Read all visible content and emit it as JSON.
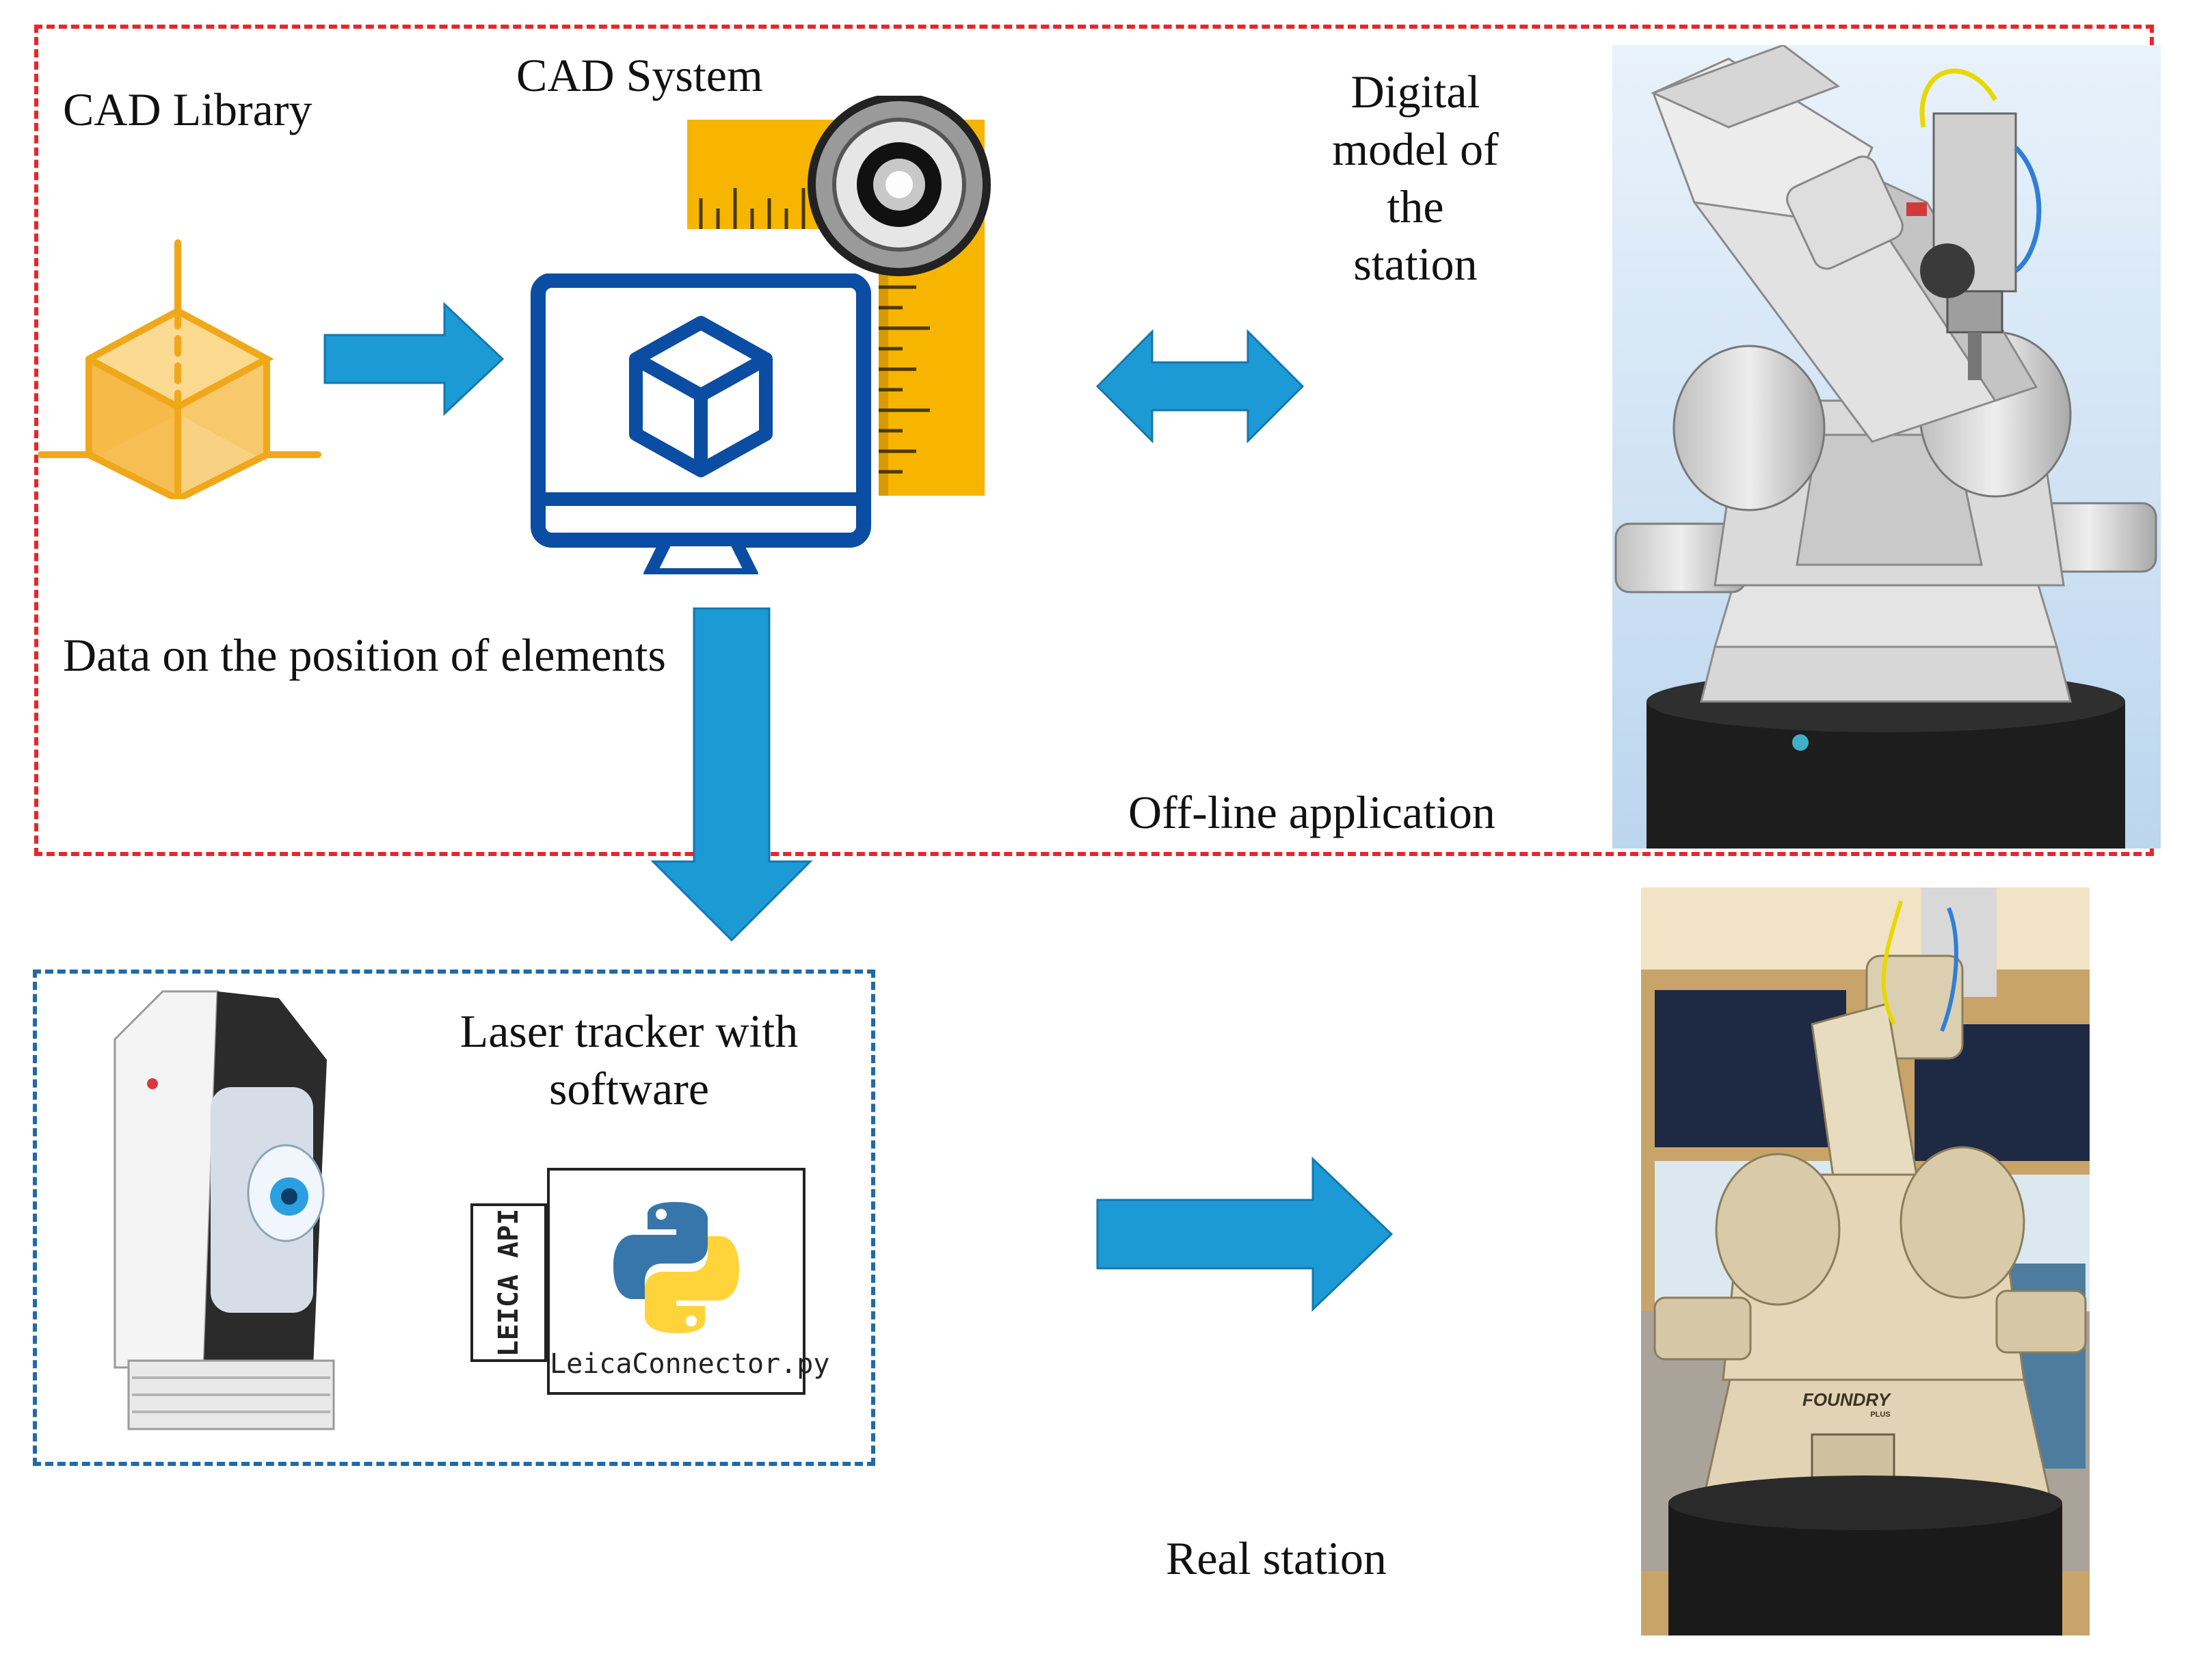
{
  "labels": {
    "cad_library": "CAD Library",
    "cad_system": "CAD System",
    "digital_model": [
      "Digital",
      "model of",
      "the",
      "station"
    ],
    "data_position": "Data on the position of elements",
    "offline_application": "Off-line application",
    "laser_tracker": [
      "Laser tracker with",
      "software"
    ],
    "leica_api": "LEICA API",
    "leica_connector": "LeicaConnector.py",
    "real_station": "Real station",
    "robot_brand": "FOUNDRY",
    "robot_brand_sub": "PLUS"
  },
  "colors": {
    "offline_border": "#e8262a",
    "laser_border": "#1f6aa8",
    "arrow": "#1b9ad6",
    "cad_orange": "#f5b335",
    "monitor_blue": "#0b4da2",
    "ruler_yellow": "#f7b500"
  },
  "icons": [
    "cad-cube-icon",
    "monitor-cube-icon",
    "ruler-icon",
    "python-logo-icon"
  ]
}
